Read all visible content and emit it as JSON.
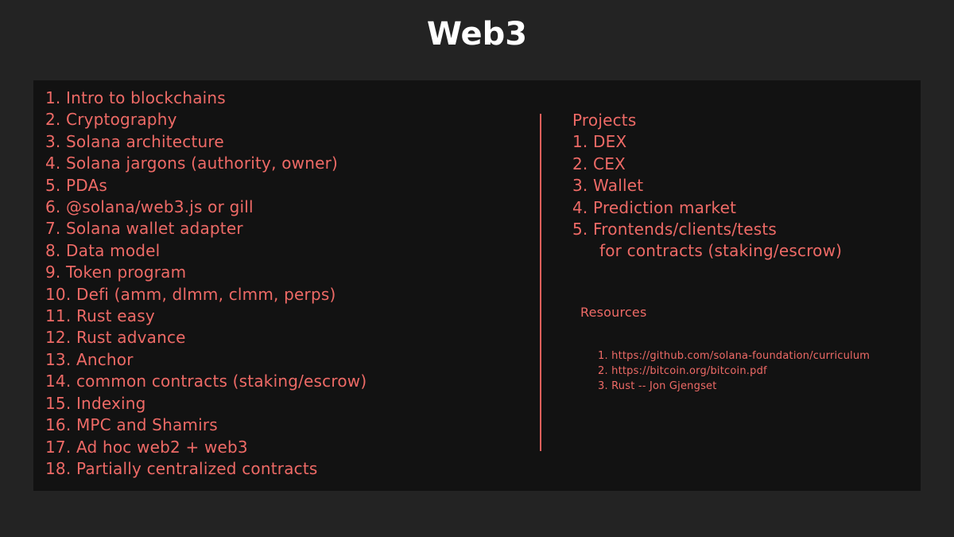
{
  "title": "Web3",
  "topics": [
    "1. Intro to blockchains",
    "2. Cryptography",
    "3. Solana architecture",
    "4. Solana jargons (authority, owner)",
    "5. PDAs",
    "6. @solana/web3.js or gill",
    "7. Solana wallet adapter",
    "8. Data model",
    "9. Token program",
    "10. Defi (amm, dlmm, clmm, perps)",
    "11. Rust easy",
    "12. Rust advance",
    "13. Anchor",
    "14. common contracts (staking/escrow)",
    "15. Indexing",
    "16. MPC and Shamirs",
    "17. Ad hoc web2 + web3",
    "18. Partially centralized contracts"
  ],
  "projects": {
    "heading": "Projects",
    "items": [
      "1. DEX",
      "2. CEX",
      "3. Wallet",
      "4. Prediction market",
      "5. Frontends/clients/tests",
      "for contracts (staking/escrow)"
    ]
  },
  "resources": {
    "heading": "Resources",
    "items": [
      "1. https://github.com/solana-foundation/curriculum",
      "2. https://bitcoin.org/bitcoin.pdf",
      "3. Rust -- Jon Gjengset"
    ]
  },
  "colors": {
    "background": "#232323",
    "board": "#121212",
    "accent": "#ee6a66",
    "title": "#ffffff"
  }
}
